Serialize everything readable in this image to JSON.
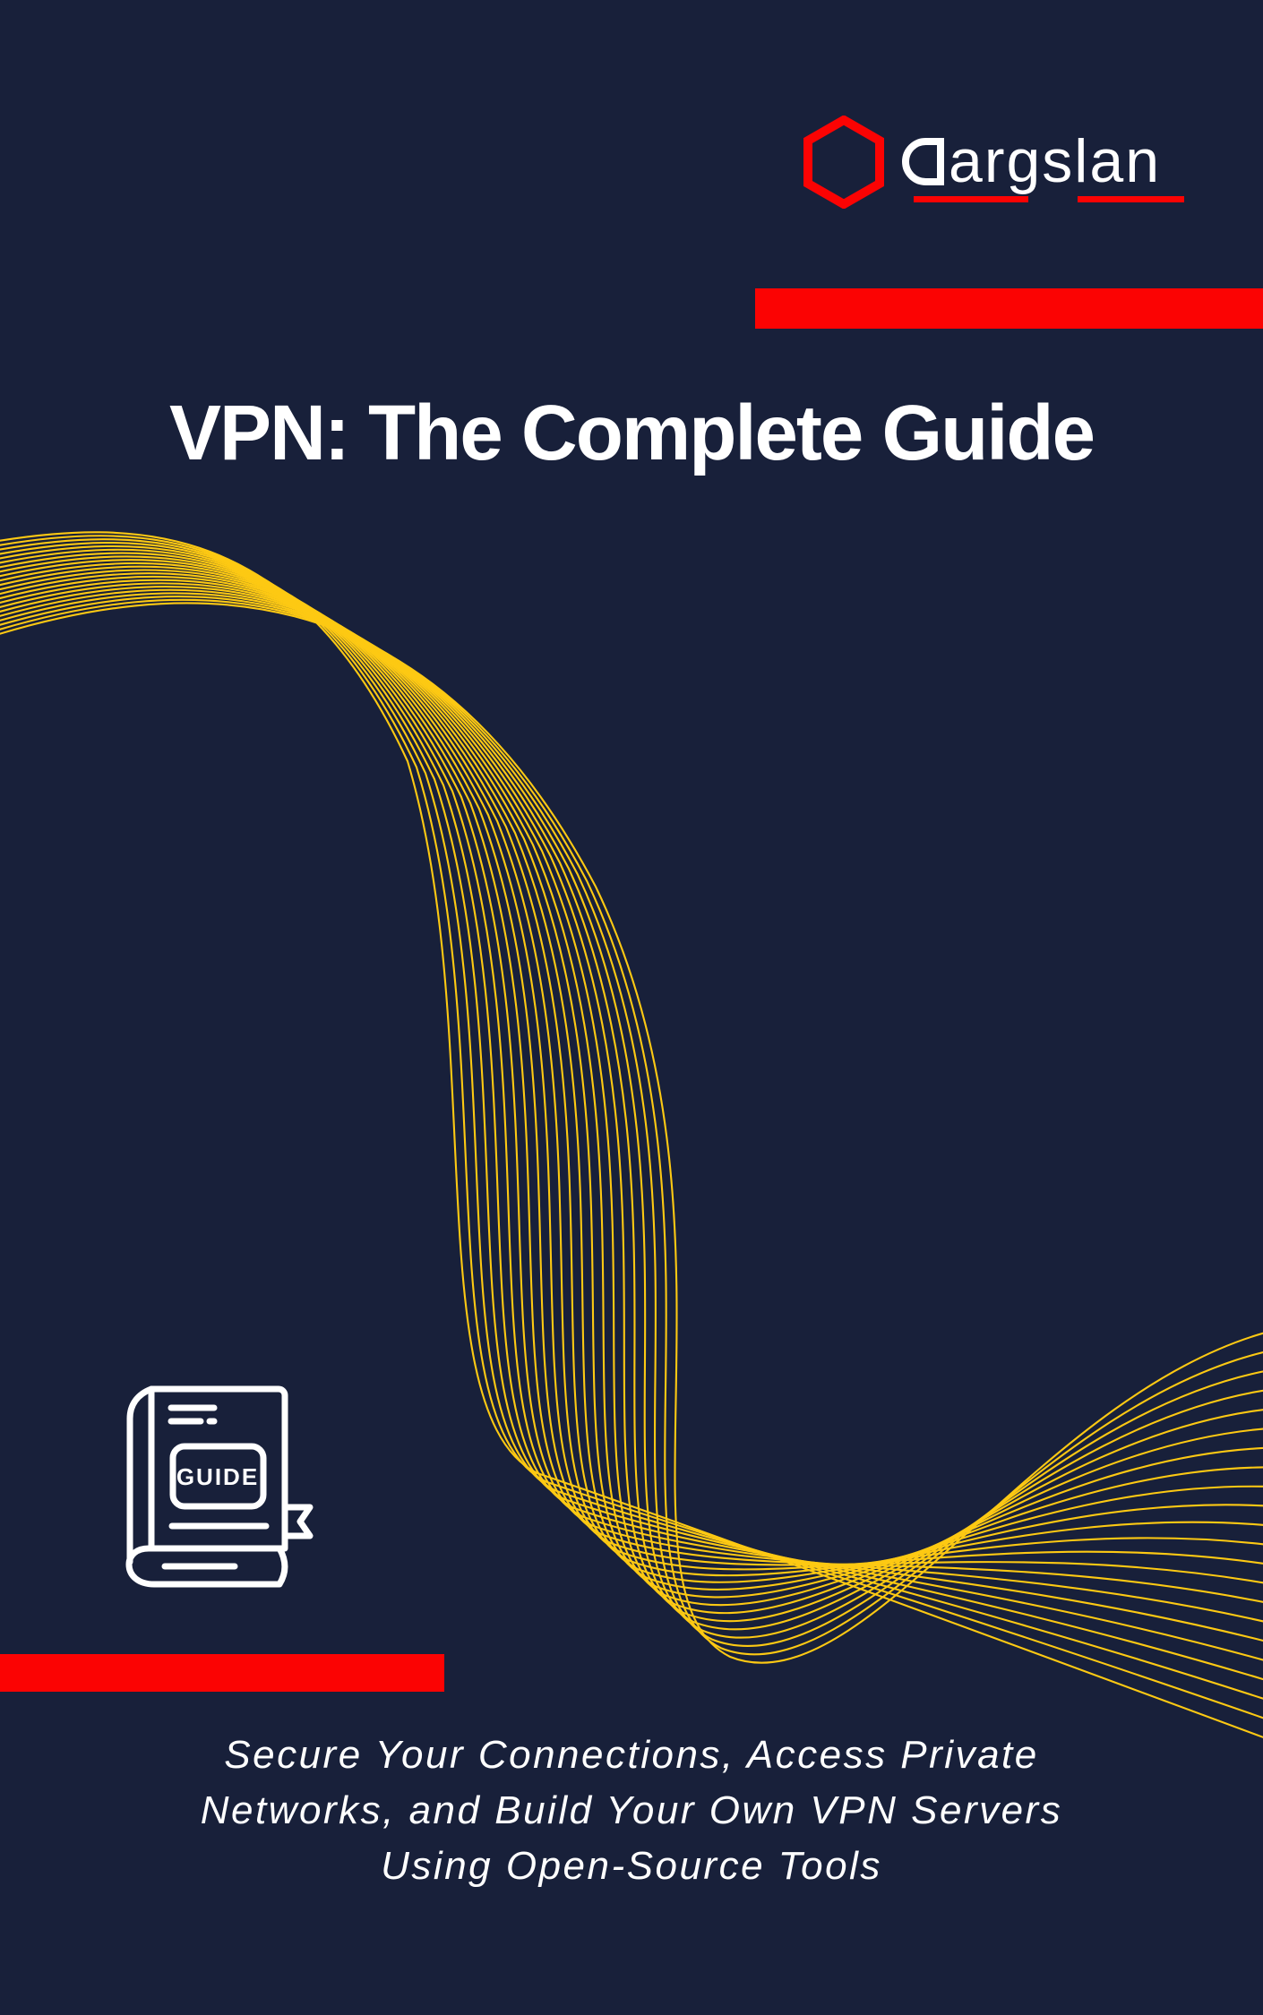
{
  "brand": {
    "name": "Dargslan",
    "wordmark_rest": "argslan"
  },
  "title": "VPN: The Complete Guide",
  "book_badge_label": "GUIDE",
  "subtitle_lines": [
    "Secure Your Connections, Access Private",
    "Networks, and Build Your Own VPN Servers",
    "Using Open-Source Tools"
  ],
  "colors": {
    "background": "#18203A",
    "accent_red": "#FB0303",
    "wave_yellow": "#FDC913",
    "text_white": "#FFFFFF"
  }
}
